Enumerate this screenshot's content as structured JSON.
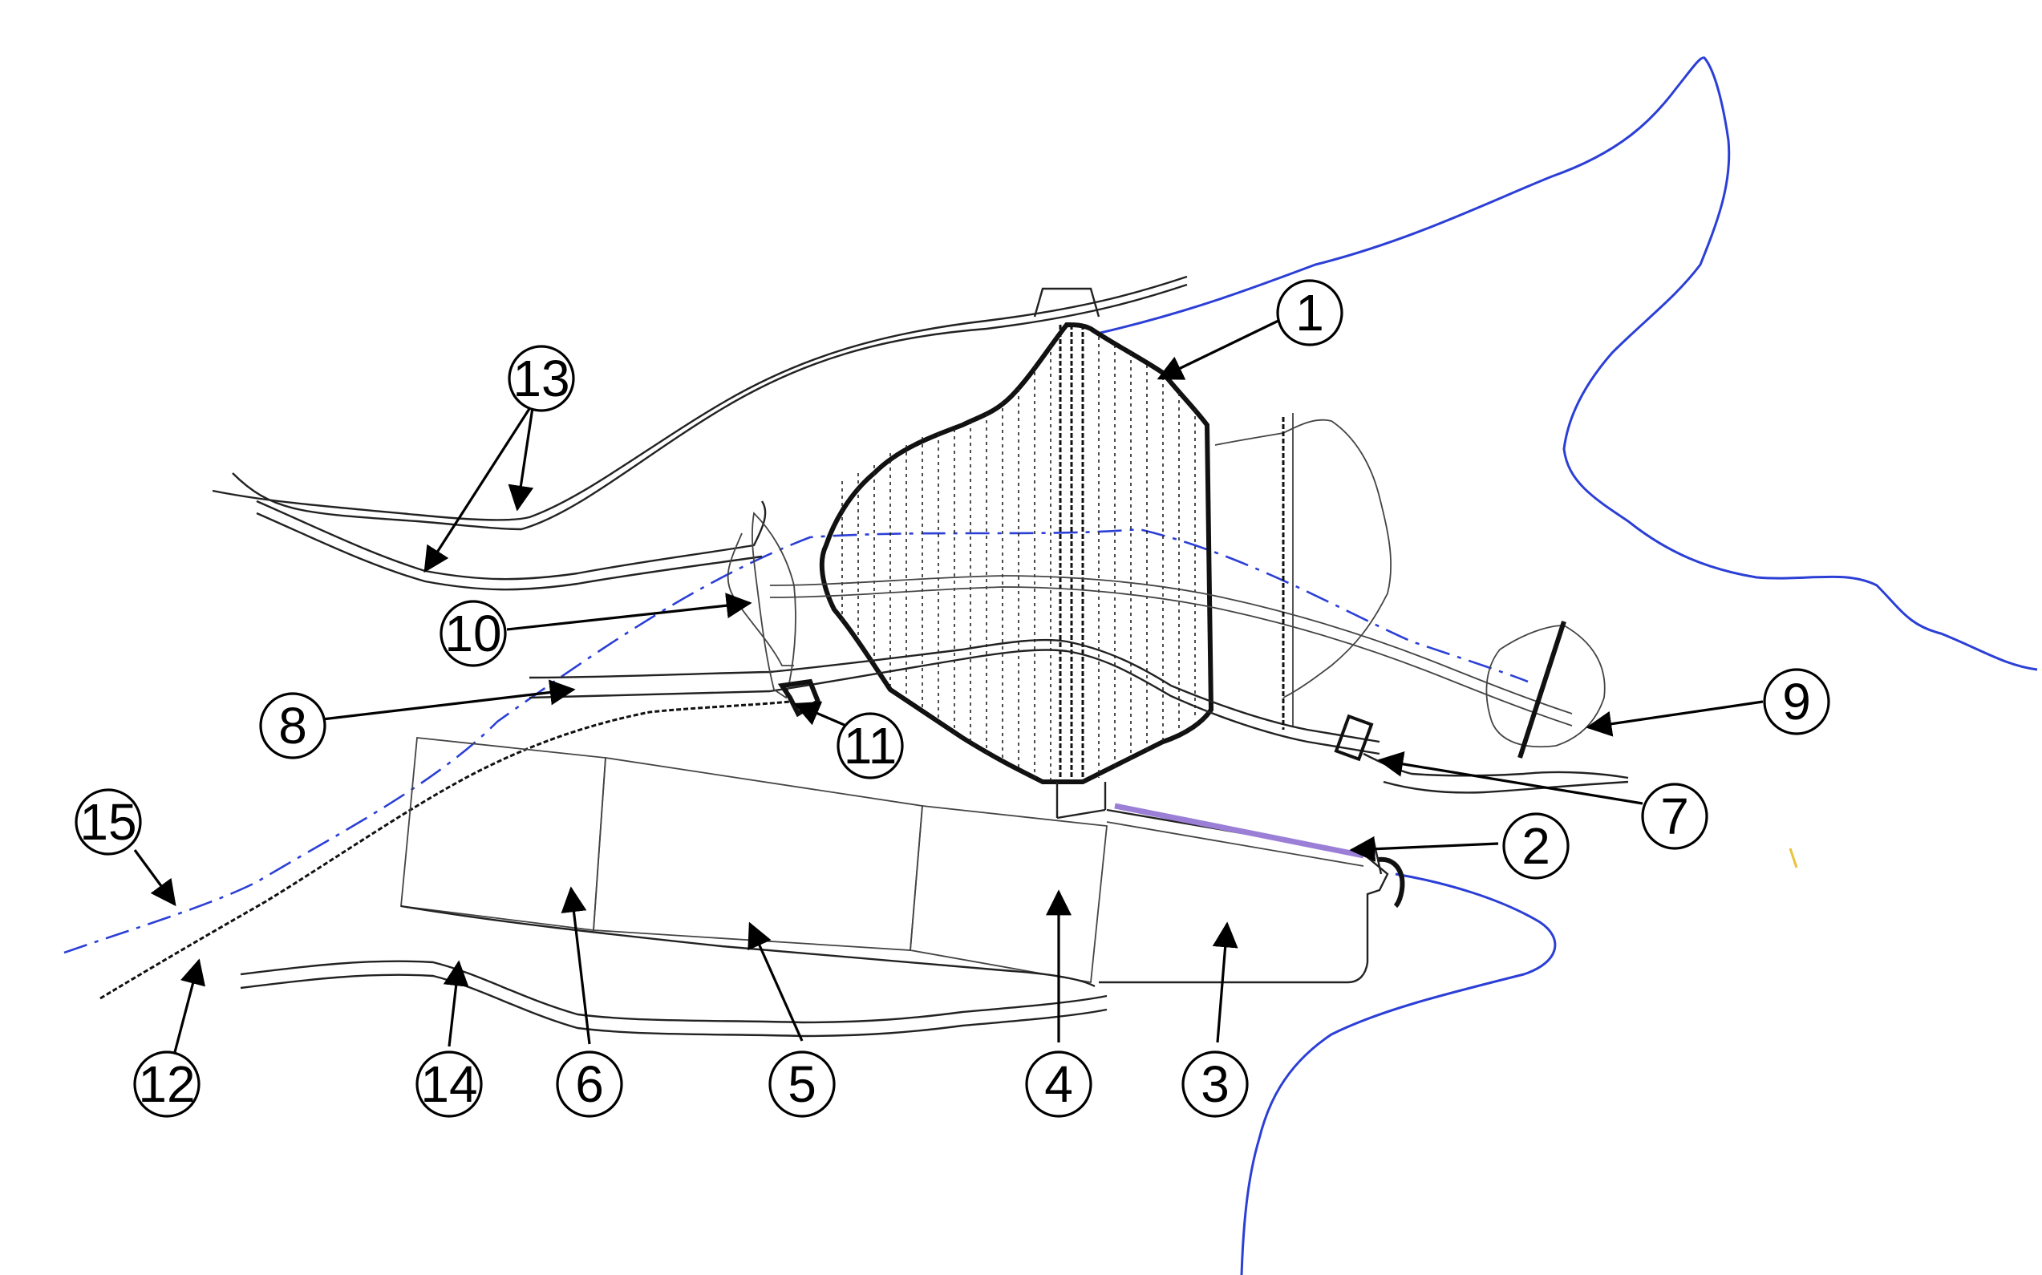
{
  "callouts": [
    {
      "id": "c1",
      "label": "1"
    },
    {
      "id": "c2",
      "label": "2"
    },
    {
      "id": "c3",
      "label": "3"
    },
    {
      "id": "c4",
      "label": "4"
    },
    {
      "id": "c5",
      "label": "5"
    },
    {
      "id": "c6",
      "label": "6"
    },
    {
      "id": "c7",
      "label": "7"
    },
    {
      "id": "c8",
      "label": "8"
    },
    {
      "id": "c9",
      "label": "9"
    },
    {
      "id": "c10",
      "label": "10"
    },
    {
      "id": "c11",
      "label": "11"
    },
    {
      "id": "c12",
      "label": "12"
    },
    {
      "id": "c13",
      "label": "13"
    },
    {
      "id": "c14",
      "label": "14"
    },
    {
      "id": "c15",
      "label": "15"
    }
  ],
  "colors": {
    "river": "#2b3fd6",
    "linework": "#111111",
    "highlight": "#9b7fd6",
    "background": "#ffffff"
  }
}
